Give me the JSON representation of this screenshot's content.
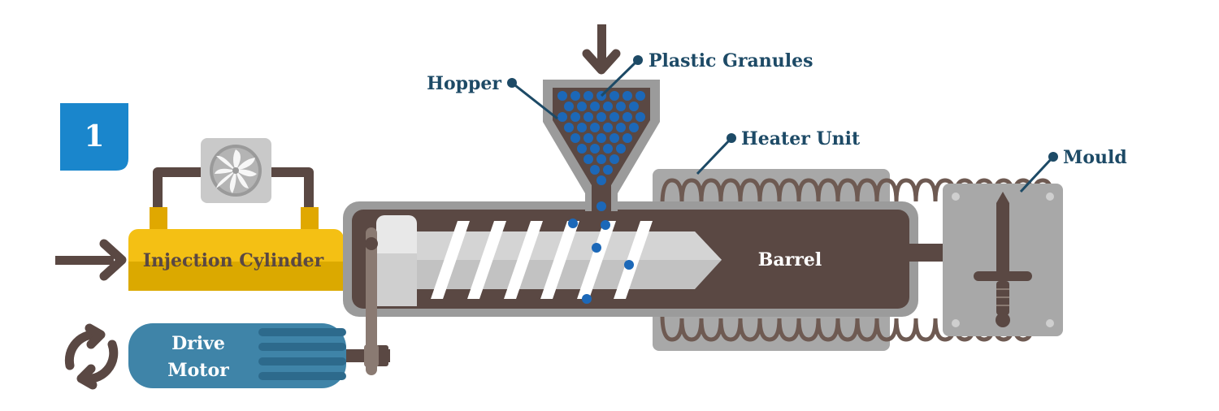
{
  "step_badge": {
    "number": "1"
  },
  "labels": {
    "hopper": "Hopper",
    "plastic_granules": "Plastic Granules",
    "heater_unit": "Heater Unit",
    "mould": "Mould",
    "injection_cylinder": "Injection Cylinder",
    "barrel": "Barrel",
    "drive_motor_line1": "Drive",
    "drive_motor_line2": "Motor"
  },
  "colors": {
    "badge_blue": "#1a86cc",
    "label_dark_blue": "#1d4a66",
    "barrel_brown": "#5a4843",
    "casing_gray": "#9b9b9b",
    "heater_gray": "#a8a8a8",
    "cylinder_yellow": "#f4c014",
    "motor_blue": "#3f84a8",
    "granule_blue": "#1c68b8",
    "arrow_brown": "#5a4843"
  },
  "icons": [
    "fan-icon",
    "rotate-arrows-icon",
    "input-arrow-icon",
    "down-arrow-icon"
  ]
}
